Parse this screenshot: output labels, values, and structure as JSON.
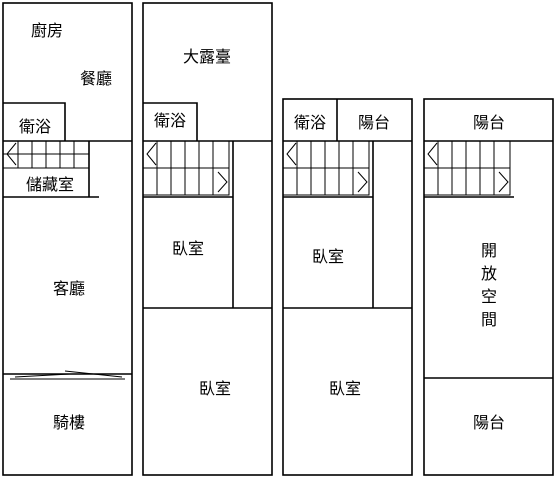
{
  "floors": [
    {
      "rooms": {
        "kitchen": "廚房",
        "dining": "餐廳",
        "bathroom": "衛浴",
        "storage": "儲藏室",
        "living": "客廳",
        "arcade": "騎樓"
      }
    },
    {
      "rooms": {
        "terrace": "大露臺",
        "bathroom": "衛浴",
        "bedroom_a": "臥室",
        "bedroom_b": "臥室"
      }
    },
    {
      "rooms": {
        "bathroom": "衛浴",
        "balcony": "陽台",
        "bedroom_a": "臥室",
        "bedroom_b": "臥室"
      }
    },
    {
      "rooms": {
        "balcony_top": "陽台",
        "open_space_1": "開",
        "open_space_2": "放",
        "open_space_3": "空",
        "open_space_4": "間",
        "balcony_bottom": "陽台"
      }
    }
  ]
}
